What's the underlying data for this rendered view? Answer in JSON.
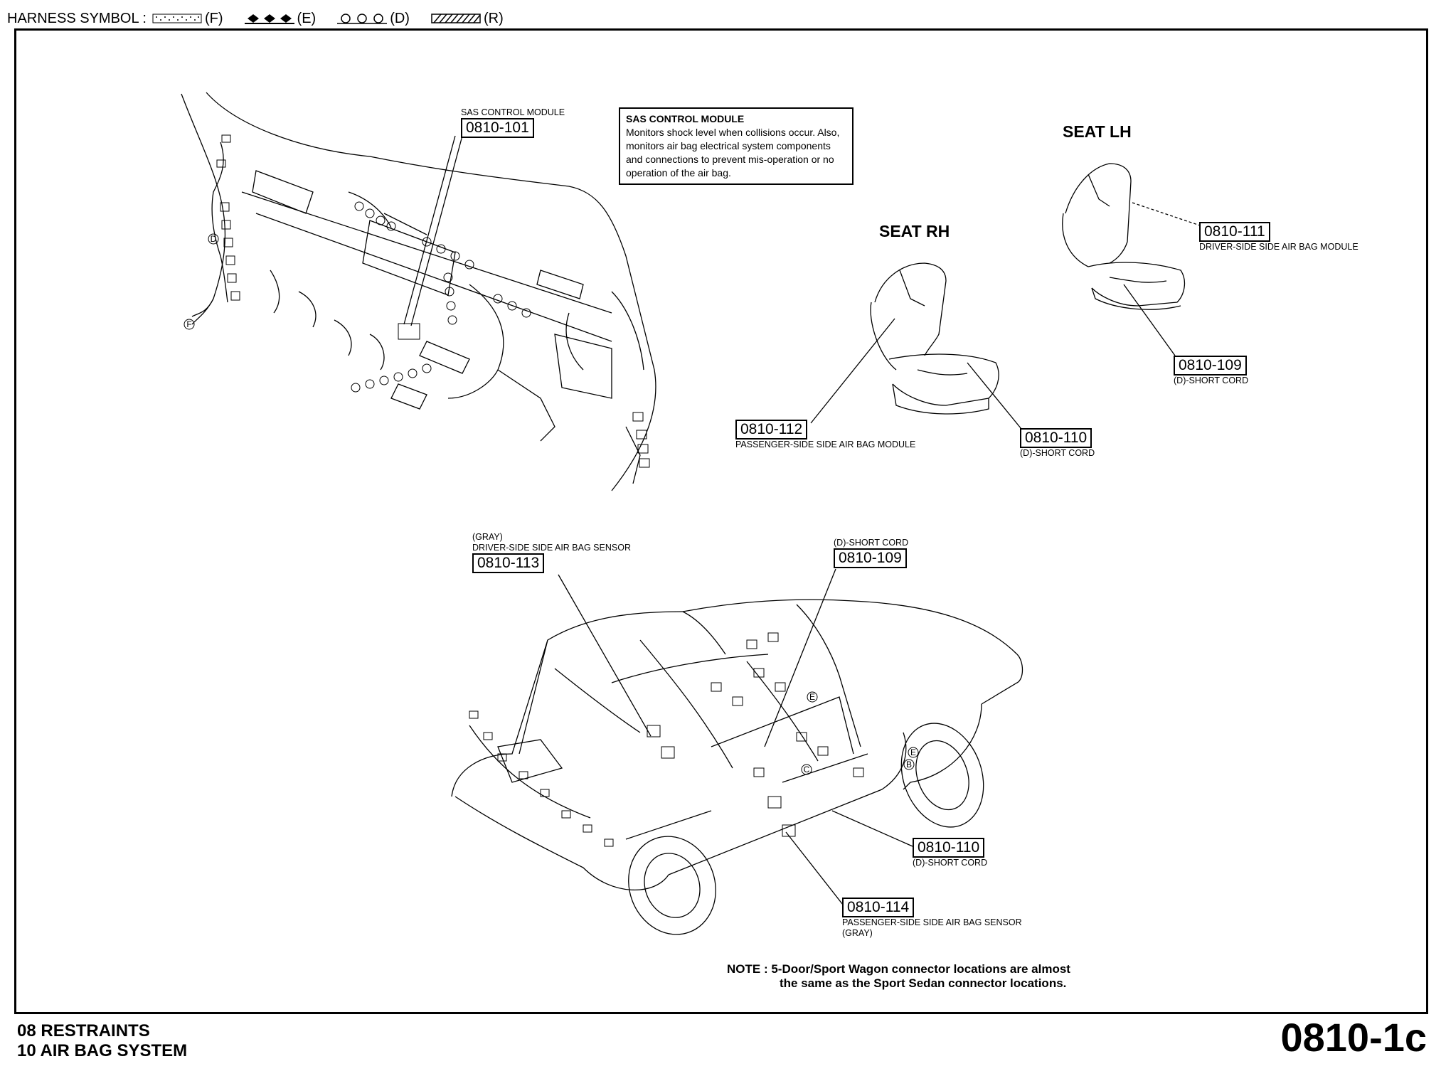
{
  "harness": {
    "label": "HARNESS SYMBOL :",
    "symbols": [
      {
        "code": "(F)",
        "icon": "dotted-band-icon"
      },
      {
        "code": "(E)",
        "icon": "diamond-chain-icon"
      },
      {
        "code": "(D)",
        "icon": "circle-chain-icon"
      },
      {
        "code": "(R)",
        "icon": "hatched-band-icon"
      }
    ]
  },
  "sas": {
    "caption": "SAS CONTROL MODULE",
    "code": "0810-101",
    "info_title": "SAS CONTROL MODULE",
    "info_body": "Monitors shock level when collisions occur. Also, monitors air bag electrical system components and connections to prevent mis-operation or no operation of the air bag."
  },
  "seat_rh": {
    "title": "SEAT RH",
    "c112": {
      "code": "0810-112",
      "caption": "PASSENGER-SIDE SIDE AIR BAG MODULE"
    },
    "c110": {
      "code": "0810-110",
      "caption": "(D)-SHORT CORD"
    }
  },
  "seat_lh": {
    "title": "SEAT LH",
    "c111": {
      "code": "0810-111",
      "caption": "DRIVER-SIDE SIDE AIR BAG MODULE"
    },
    "c109": {
      "code": "0810-109",
      "caption": "(D)-SHORT CORD"
    }
  },
  "car": {
    "c113": {
      "pre1": "(GRAY)",
      "pre2": "DRIVER-SIDE SIDE AIR BAG SENSOR",
      "code": "0810-113"
    },
    "c109": {
      "pre": "(D)-SHORT CORD",
      "code": "0810-109"
    },
    "c110": {
      "code": "0810-110",
      "caption": "(D)-SHORT CORD"
    },
    "c114": {
      "code": "0810-114",
      "caption": "PASSENGER-SIDE SIDE AIR BAG SENSOR",
      "caption2": "(GRAY)"
    },
    "letters": [
      "E",
      "B",
      "C",
      "E"
    ]
  },
  "dash_letters": [
    "D",
    "F"
  ],
  "note": {
    "line1": "NOTE :  5-Door/Sport Wagon connector locations are almost",
    "line2": "the same as the Sport Sedan connector locations."
  },
  "section": {
    "line1": "08  RESTRAINTS",
    "line2": "10  AIR BAG SYSTEM"
  },
  "page_number": "0810-1c"
}
